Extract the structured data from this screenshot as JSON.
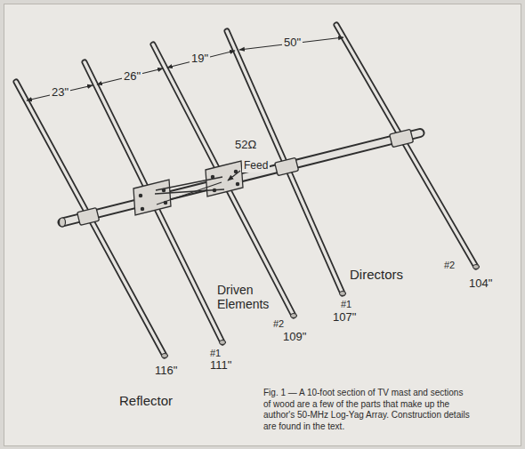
{
  "diagram": {
    "caption": "Fig. 1 — A 10-foot section of TV mast and sections of wood are a few of the parts that make up the author's 50-MHz Log-Yag Array. Construction details are found in the text.",
    "labels": [
      "23\"",
      "26\"",
      "19\"",
      "50\"",
      "52Ω",
      "Feed",
      "Directors",
      "#2",
      "104\"",
      "#1",
      "107\"",
      "Driven Elements",
      "#2",
      "109\"",
      "#1",
      "111\"",
      "116\"",
      "Reflector"
    ]
  }
}
